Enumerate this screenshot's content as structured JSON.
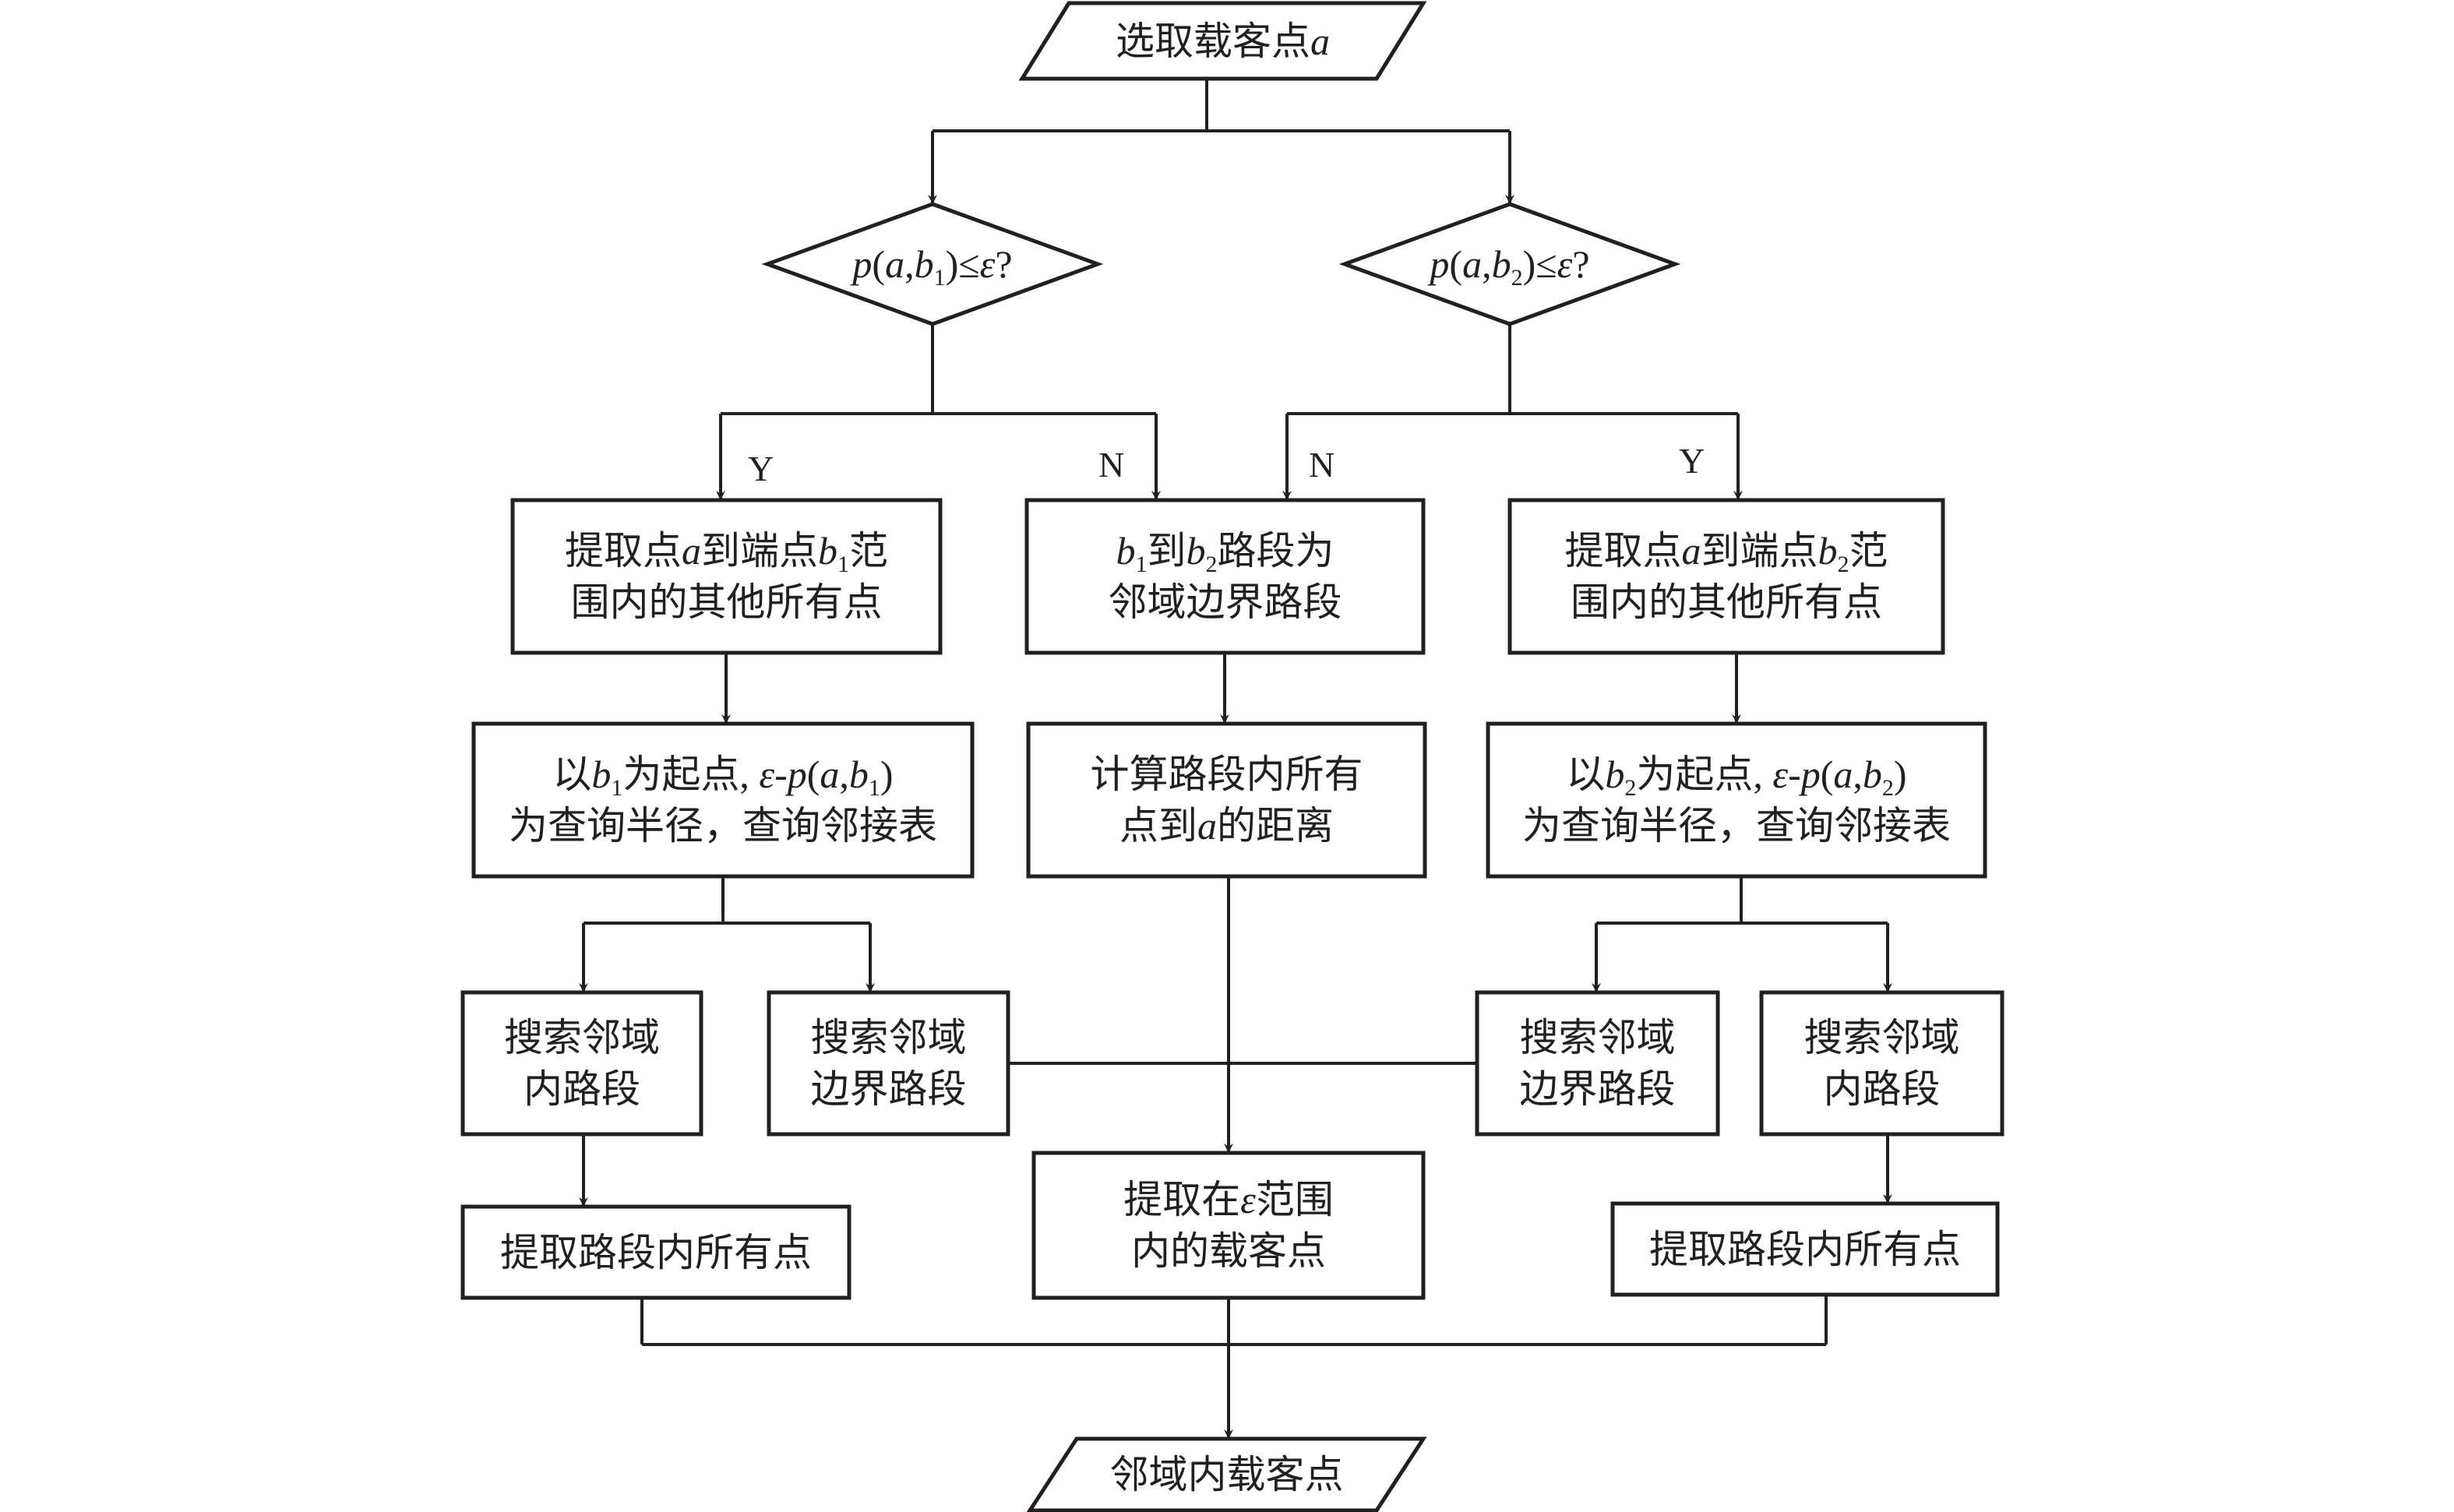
{
  "diagram": {
    "type": "flowchart",
    "colors": {
      "stroke": "#231f20",
      "background": "#ffffff",
      "text": "#231f20"
    },
    "nodes": {
      "start": {
        "shape": "parallelogram",
        "lines": [
          "选取载客点<i>a</i>"
        ]
      },
      "decision_b1": {
        "shape": "diamond",
        "lines": [
          "<i>p</i>(<i>a</i>,<i>b</i><sub>1</sub>)≤<i>ε</i>?"
        ]
      },
      "decision_b2": {
        "shape": "diamond",
        "lines": [
          "<i>p</i>(<i>a</i>,<i>b</i><sub>2</sub>)≤<i>ε</i>?"
        ]
      },
      "extract_b1_points": {
        "shape": "rect",
        "lines": [
          "提取点<i>a</i>到端点<i>b</i><sub>1</sub>范",
          "围内的其他所有点"
        ]
      },
      "boundary_segment": {
        "shape": "rect",
        "lines": [
          "<i>b</i><sub>1</sub>到<i>b</i><sub>2</sub>路段为",
          "邻域边界路段"
        ]
      },
      "extract_b2_points": {
        "shape": "rect",
        "lines": [
          "提取点<i>a</i>到端点<i>b</i><sub>2</sub>范",
          "围内的其他所有点"
        ]
      },
      "query_b1": {
        "shape": "rect",
        "lines": [
          "以<i>b</i><sub>1</sub>为起点, <i>ε</i>-<i>p</i>(<i>a</i>,<i>b</i><sub>1</sub>)",
          "为查询半径，查询邻接表"
        ]
      },
      "compute_distance": {
        "shape": "rect",
        "lines": [
          "计算路段内所有",
          "点到<i>a</i>的距离"
        ]
      },
      "query_b2": {
        "shape": "rect",
        "lines": [
          "以<i>b</i><sub>2</sub>为起点, <i>ε</i>-<i>p</i>(<i>a</i>,<i>b</i><sub>2</sub>)",
          "为查询半径，查询邻接表"
        ]
      },
      "search_inner_left": {
        "shape": "rect",
        "lines": [
          "搜索邻域",
          "内路段"
        ]
      },
      "search_boundary_left": {
        "shape": "rect",
        "lines": [
          "搜索邻域",
          "边界路段"
        ]
      },
      "search_boundary_right": {
        "shape": "rect",
        "lines": [
          "搜索邻域",
          "边界路段"
        ]
      },
      "search_inner_right": {
        "shape": "rect",
        "lines": [
          "搜索邻域",
          "内路段"
        ]
      },
      "extract_segment_left": {
        "shape": "rect",
        "lines": [
          "提取路段内所有点"
        ]
      },
      "extract_in_range": {
        "shape": "rect",
        "lines": [
          "提取在<i>ε</i>范围",
          "内的载客点"
        ]
      },
      "extract_segment_right": {
        "shape": "rect",
        "lines": [
          "提取路段内所有点"
        ]
      },
      "end": {
        "shape": "parallelogram",
        "lines": [
          "邻域内载客点"
        ]
      }
    },
    "edge_labels": {
      "b1_yes": "Y",
      "b1_no": "N",
      "b2_no": "N",
      "b2_yes": "Y"
    },
    "edges": [
      {
        "from": "start",
        "to": "decision_b1"
      },
      {
        "from": "start",
        "to": "decision_b2"
      },
      {
        "from": "decision_b1",
        "to": "extract_b1_points",
        "label": "Y"
      },
      {
        "from": "decision_b1",
        "to": "boundary_segment",
        "label": "N"
      },
      {
        "from": "decision_b2",
        "to": "boundary_segment",
        "label": "N"
      },
      {
        "from": "decision_b2",
        "to": "extract_b2_points",
        "label": "Y"
      },
      {
        "from": "extract_b1_points",
        "to": "query_b1"
      },
      {
        "from": "boundary_segment",
        "to": "compute_distance"
      },
      {
        "from": "extract_b2_points",
        "to": "query_b2"
      },
      {
        "from": "query_b1",
        "to": "search_inner_left"
      },
      {
        "from": "query_b1",
        "to": "search_boundary_left"
      },
      {
        "from": "query_b2",
        "to": "search_boundary_right"
      },
      {
        "from": "query_b2",
        "to": "search_inner_right"
      },
      {
        "from": "search_boundary_left",
        "to": "search_boundary_right",
        "arrow": false
      },
      {
        "from": "search_inner_left",
        "to": "extract_segment_left"
      },
      {
        "from": "compute_distance",
        "to": "extract_in_range"
      },
      {
        "from": "search_inner_right",
        "to": "extract_segment_right"
      },
      {
        "from": "extract_segment_left",
        "to": "end"
      },
      {
        "from": "extract_in_range",
        "to": "end"
      },
      {
        "from": "extract_segment_right",
        "to": "end"
      }
    ]
  }
}
